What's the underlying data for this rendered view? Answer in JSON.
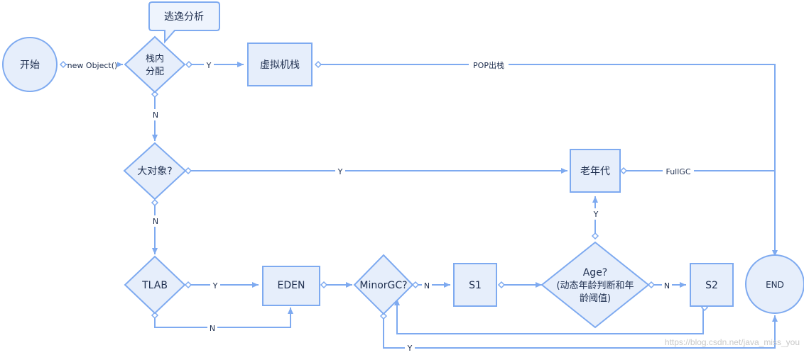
{
  "colors": {
    "stroke": "#7eaaf0",
    "fill": "#e6eefb",
    "text": "#1f2f4f",
    "callout_fill": "#eef4fd"
  },
  "nodes": {
    "start": "开始",
    "escape_callout": "逃逸分析",
    "stack_alloc_line1": "栈内",
    "stack_alloc_line2": "分配",
    "vm_stack": "虚拟机栈",
    "big_object": "大对象?",
    "old_gen": "老年代",
    "tlab": "TLAB",
    "eden": "EDEN",
    "minor_gc": "MinorGC?",
    "s1": "S1",
    "age_line1": "Age?",
    "age_line2": "(动态年龄判断和年",
    "age_line3": "龄阈值)",
    "s2": "S2",
    "end": "END"
  },
  "edges": {
    "new_object": "new Object()",
    "stack_y": "Y",
    "pop_stack": "POP出栈",
    "stack_n": "N",
    "big_y": "Y",
    "big_n": "N",
    "full_gc": "FullGC",
    "tlab_y": "Y",
    "tlab_n": "N",
    "minor_n": "N",
    "minor_y": "Y",
    "age_y": "Y",
    "age_n": "N"
  },
  "watermark": "https://blog.csdn.net/java_miss_you"
}
